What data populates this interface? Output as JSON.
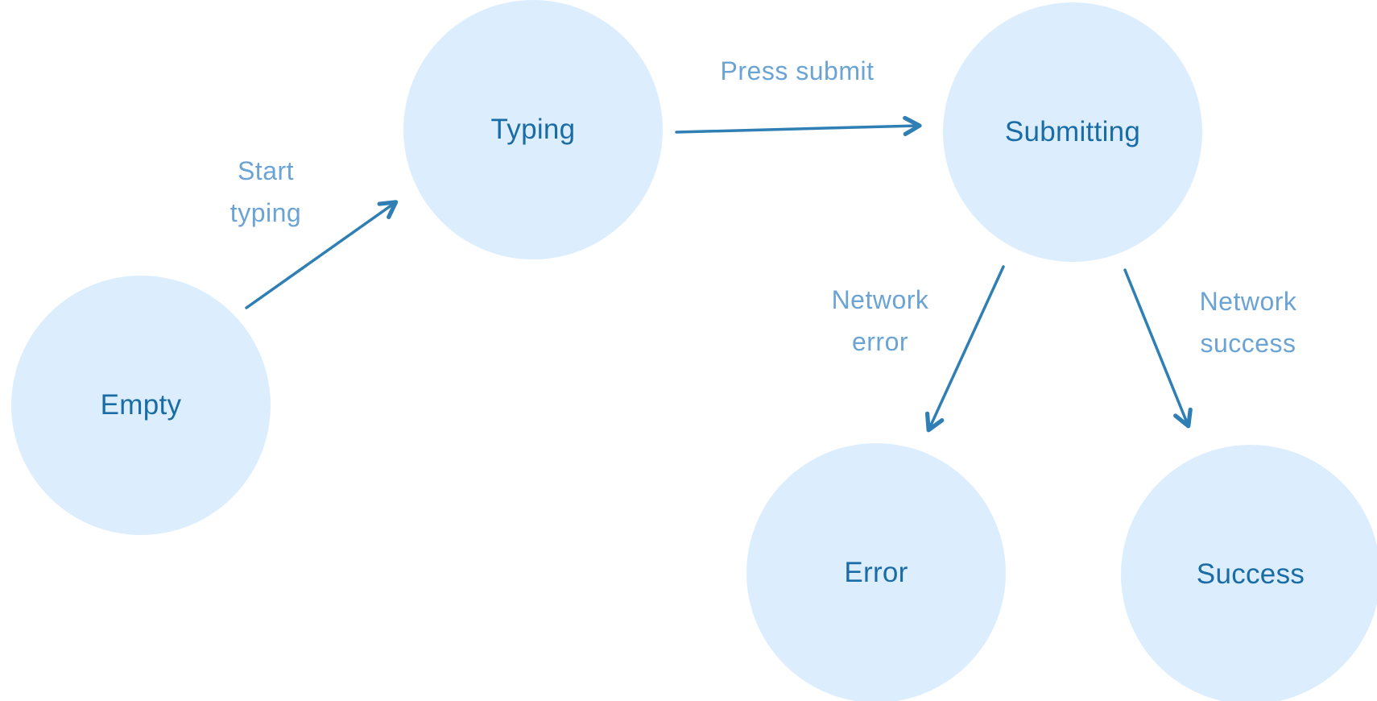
{
  "nodes": {
    "empty": {
      "label": "Empty"
    },
    "typing": {
      "label": "Typing"
    },
    "submitting": {
      "label": "Submitting"
    },
    "error": {
      "label": "Error"
    },
    "success": {
      "label": "Success"
    }
  },
  "edges": {
    "start_typing": {
      "from": "Empty",
      "to": "Typing",
      "lines": [
        "Start",
        "typing"
      ]
    },
    "press_submit": {
      "from": "Typing",
      "to": "Submitting",
      "lines": [
        "Press submit"
      ]
    },
    "network_error": {
      "from": "Submitting",
      "to": "Error",
      "lines": [
        "Network",
        "error"
      ]
    },
    "network_success": {
      "from": "Submitting",
      "to": "Success",
      "lines": [
        "Network",
        "success"
      ]
    }
  },
  "colors": {
    "node_fill": "#dceefd",
    "node_label": "#1a6ca6",
    "arrow": "#2f7fb5",
    "edge_label": "#6ba4d4"
  }
}
